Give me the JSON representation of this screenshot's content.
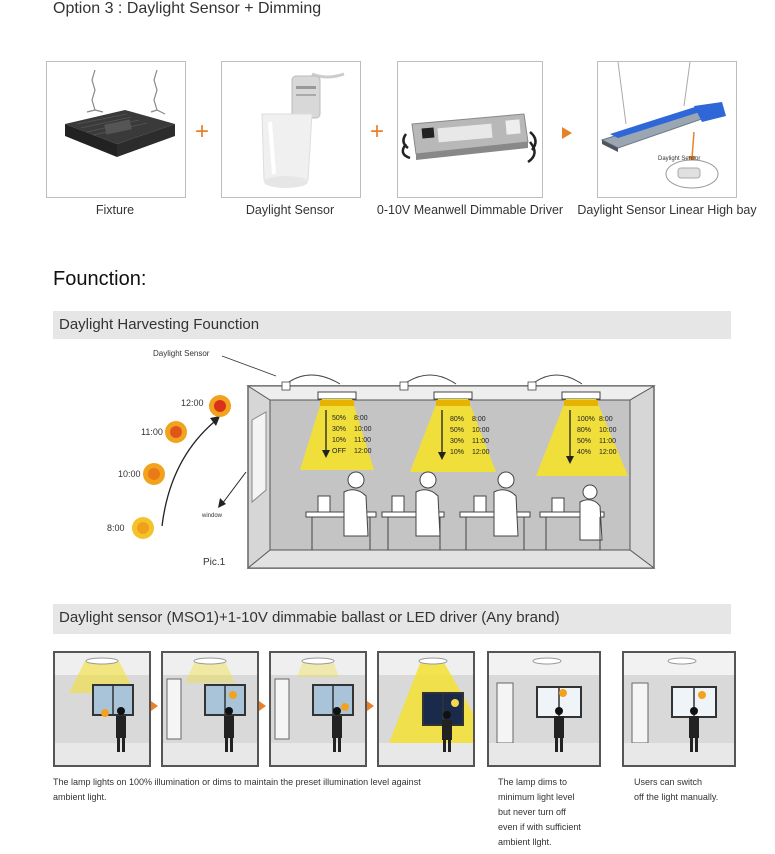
{
  "header": {
    "title": "Option 3 : Daylight Sensor + Dimming"
  },
  "products": [
    {
      "label": "Fixture"
    },
    {
      "label": "Daylight Sensor"
    },
    {
      "label": "0-10V Meanwell Dimmable Driver"
    },
    {
      "label": "Daylight Sensor Linear High bay"
    }
  ],
  "product_detail": {
    "inset_label": "Daylight Sensor"
  },
  "function": {
    "heading": "Founction:"
  },
  "harvest": {
    "bar_title": "Daylight Harvesting Founction",
    "sensor_label": "Daylight Sensor",
    "window_label": "window",
    "pic_label": "Pic.1",
    "sun_times": [
      "12:00",
      "11:00",
      "10:00",
      "8:00"
    ],
    "lamps": [
      {
        "levels": [
          "50%",
          "30%",
          "10%",
          "OFF"
        ],
        "times": [
          "8:00",
          "10:00",
          "11:00",
          "12:00"
        ]
      },
      {
        "levels": [
          "80%",
          "50%",
          "30%",
          "10%"
        ],
        "times": [
          "8:00",
          "10:00",
          "11:00",
          "12:00"
        ]
      },
      {
        "levels": [
          "100%",
          "80%",
          "50%",
          "40%"
        ],
        "times": [
          "8:00",
          "10:00",
          "11:00",
          "12:00"
        ]
      }
    ]
  },
  "ballast": {
    "bar_title": "Daylight sensor (MSO1)+1-10V dimmabie ballast or LED driver (Any brand)",
    "caption_1": [
      "The lamp lights on 100% illumination or dims to maintain the preset illumination level against",
      "ambient light."
    ],
    "caption_2": [
      "The lamp dims to",
      "minimum light level",
      "but never turn off",
      "even if with sufficient",
      "ambient llght."
    ],
    "caption_3": [
      "Users can switch",
      "off the light manually."
    ]
  },
  "colors": {
    "accent": "#e8812b",
    "beam": "#f2e033",
    "sun": "#f3a21d",
    "sun_core": "#d8321b",
    "bar": "#e6e6e6",
    "wall": "#cfcfcf"
  }
}
